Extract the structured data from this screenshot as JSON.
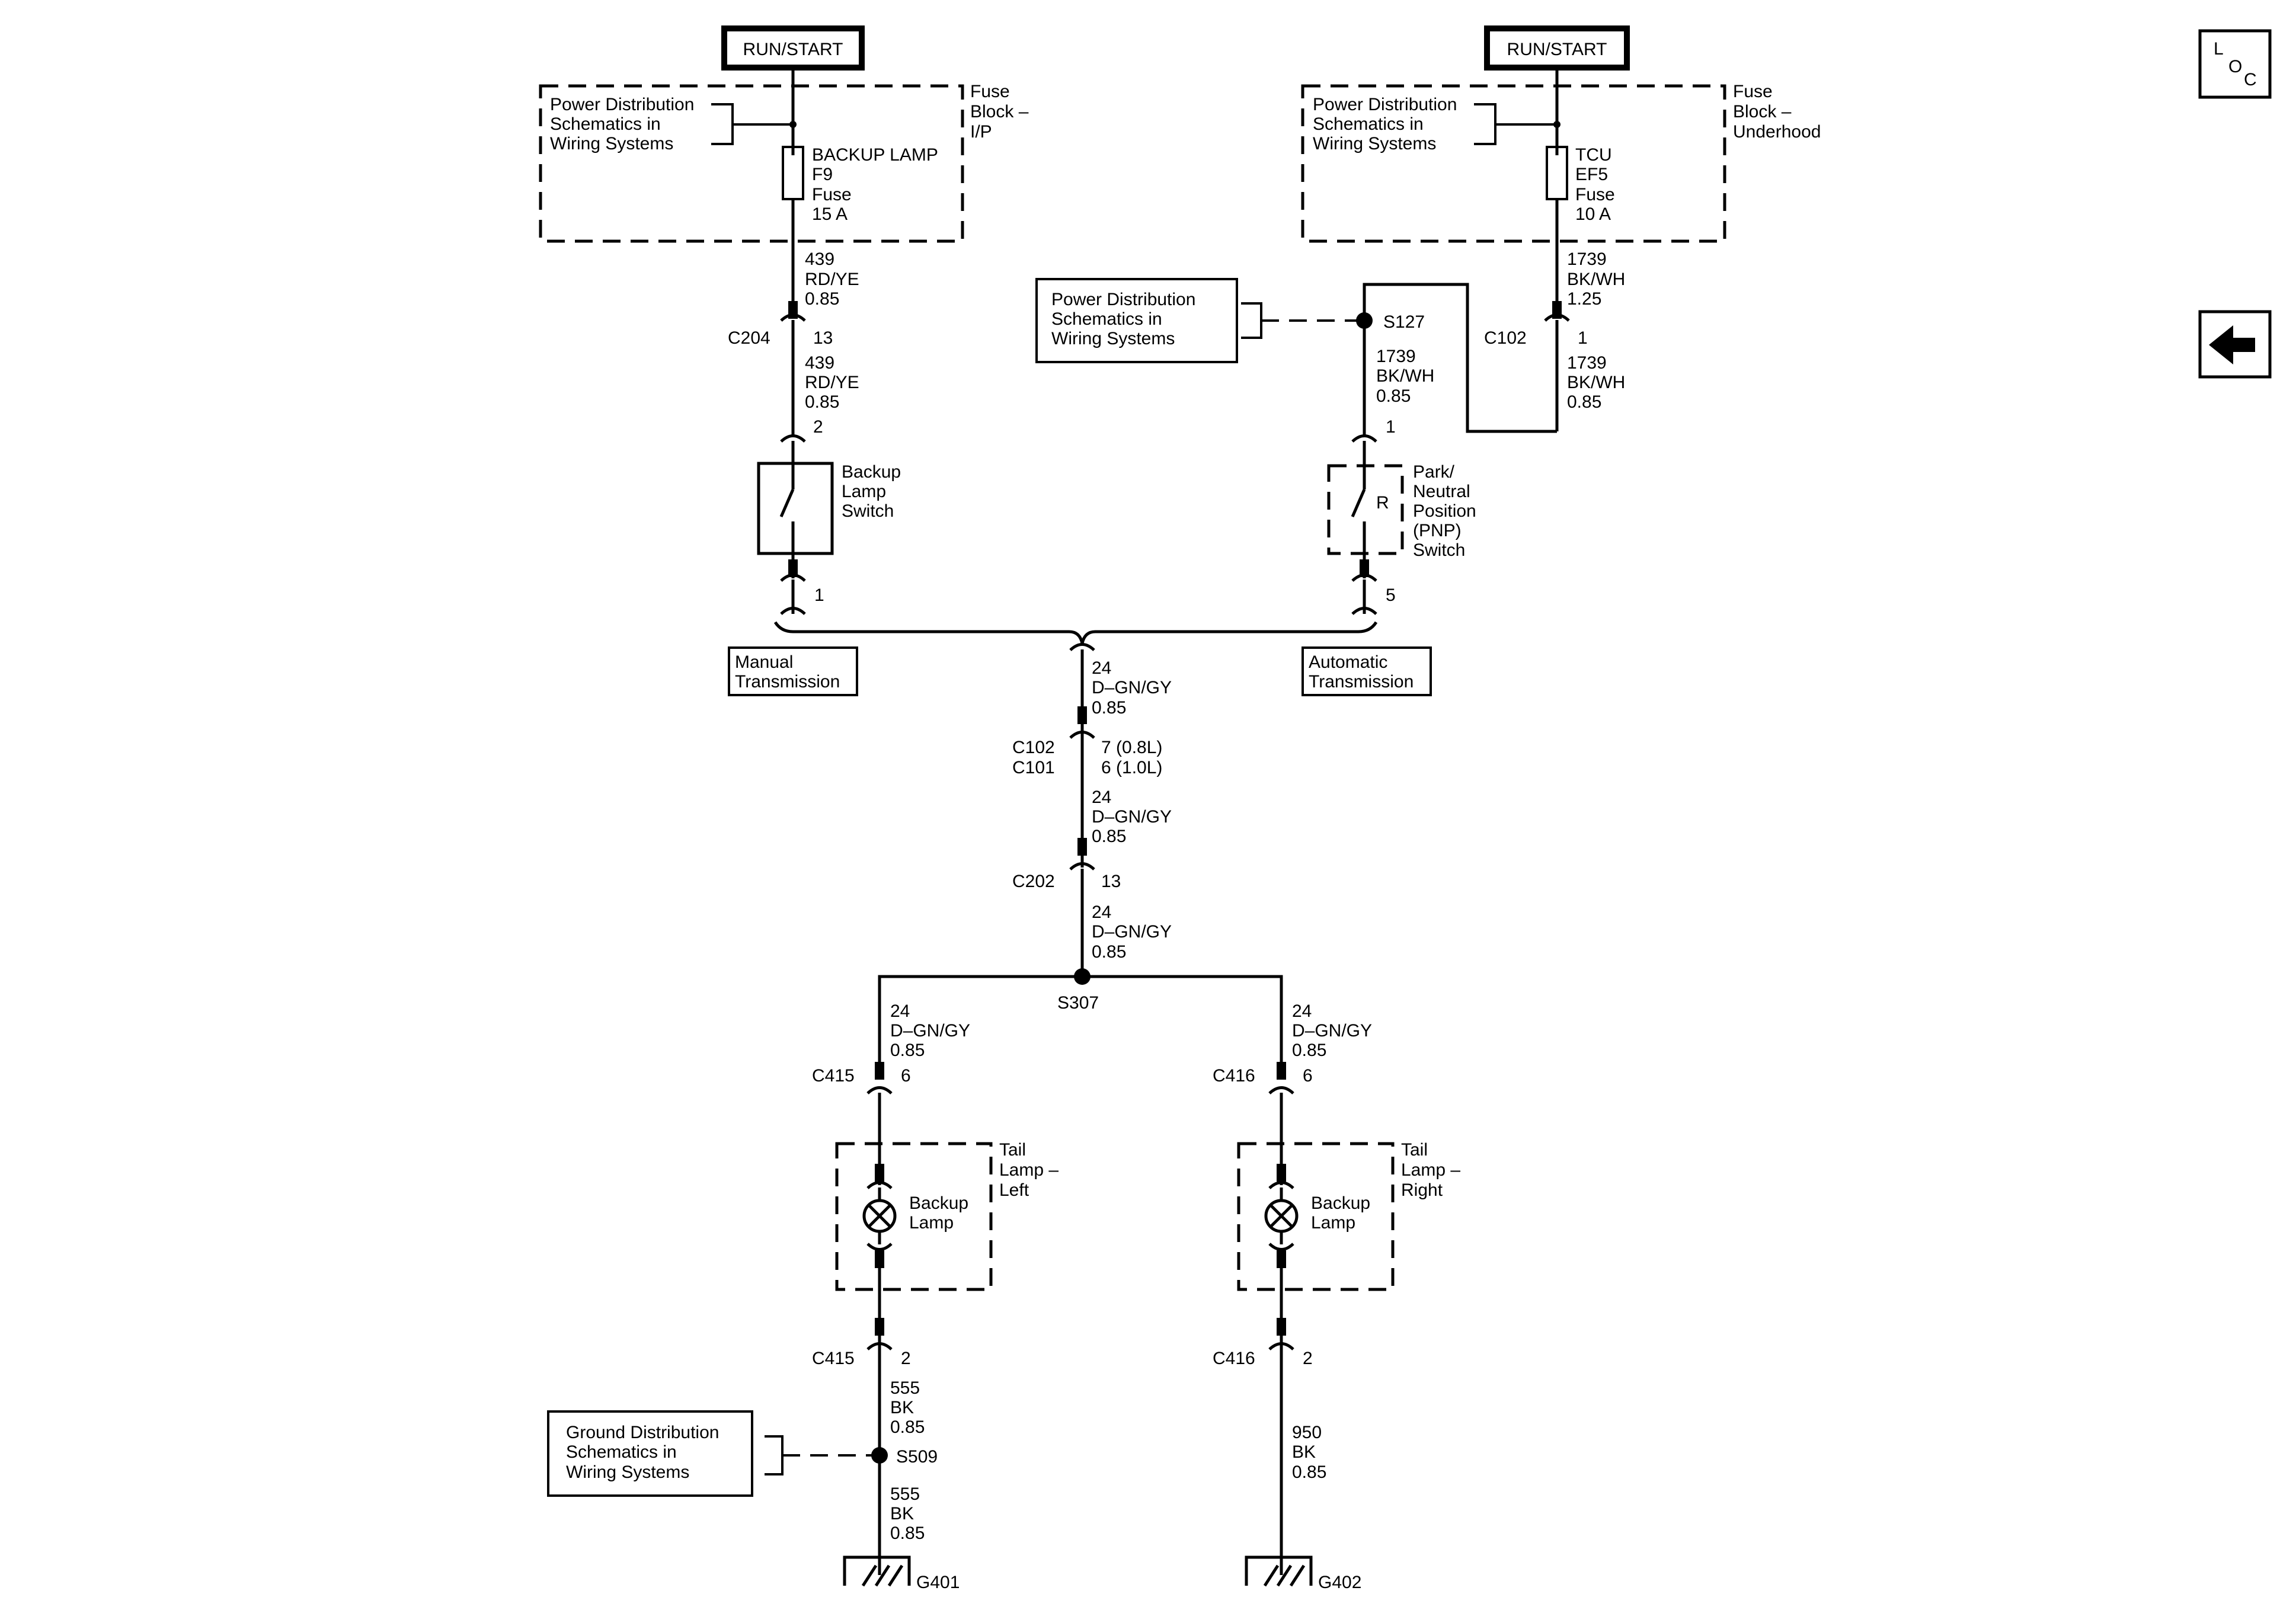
{
  "nav": {
    "loc_letters": [
      "L",
      "O",
      "C"
    ],
    "back_icon": "left-arrow-icon"
  },
  "power": {
    "run_start_left": "RUN/START",
    "run_start_right": "RUN/START"
  },
  "ref": {
    "power_dist_l1": "Power Distribution",
    "power_dist_l2": "Schematics in",
    "power_dist_l3": "Wiring Systems",
    "ground_dist_l1": "Ground Distribution",
    "ground_dist_l2": "Schematics in",
    "ground_dist_l3": "Wiring Systems"
  },
  "fuse_blocks": {
    "ip_l1": "Fuse",
    "ip_l2": "Block –",
    "ip_l3": "I/P",
    "uh_l1": "Fuse",
    "uh_l2": "Block –",
    "uh_l3": "Underhood"
  },
  "fuses": {
    "f9_l1": "BACKUP LAMP",
    "f9_l2": "F9",
    "f9_l3": "Fuse",
    "f9_l4": "15 A",
    "ef5_l1": "TCU",
    "ef5_l2": "EF5",
    "ef5_l3": "Fuse",
    "ef5_l4": "10 A"
  },
  "wires": {
    "w439_a": [
      "439",
      "RD/YE",
      "0.85"
    ],
    "w439_b": [
      "439",
      "RD/YE",
      "0.85"
    ],
    "w1739_a": [
      "1739",
      "BK/WH",
      "1.25"
    ],
    "w1739_b": [
      "1739",
      "BK/WH",
      "0.85"
    ],
    "w1739_c": [
      "1739",
      "BK/WH",
      "0.85"
    ],
    "w24_a": [
      "24",
      "D–GN/GY",
      "0.85"
    ],
    "w24_b": [
      "24",
      "D–GN/GY",
      "0.85"
    ],
    "w24_c": [
      "24",
      "D–GN/GY",
      "0.85"
    ],
    "w24_left": [
      "24",
      "D–GN/GY",
      "0.85"
    ],
    "w24_right": [
      "24",
      "D–GN/GY",
      "0.85"
    ],
    "w555_a": [
      "555",
      "BK",
      "0.85"
    ],
    "w555_b": [
      "555",
      "BK",
      "0.85"
    ],
    "w950": [
      "950",
      "BK",
      "0.85"
    ]
  },
  "connectors": {
    "c204": "C204",
    "c204_pin": "13",
    "bls_pin_top": "2",
    "bls_pin_bot": "1",
    "c102_top": "C102",
    "c102_top_pin": "1",
    "pnp_pin_top": "1",
    "pnp_pin_bot": "5",
    "c102_mid": "C102",
    "c101_mid": "C101",
    "c102_pin": "7 (0.8L)",
    "c101_pin": "6 (1.0L)",
    "c202": "C202",
    "c202_pin": "13",
    "c415_top": "C415",
    "c415_top_pin": "6",
    "c416_top": "C416",
    "c416_top_pin": "6",
    "c415_bot": "C415",
    "c415_bot_pin": "2",
    "c416_bot": "C416",
    "c416_bot_pin": "2"
  },
  "splices": {
    "s127": "S127",
    "s307": "S307",
    "s509": "S509"
  },
  "components": {
    "bls_l1": "Backup",
    "bls_l2": "Lamp",
    "bls_l3": "Switch",
    "pnp_l1": "Park/",
    "pnp_l2": "Neutral",
    "pnp_l3": "Position",
    "pnp_l4": "(PNP)",
    "pnp_l5": "Switch",
    "pnp_r": "R",
    "tl_left_l1": "Tail",
    "tl_left_l2": "Lamp –",
    "tl_left_l3": "Left",
    "tl_right_l1": "Tail",
    "tl_right_l2": "Lamp –",
    "tl_right_l3": "Right",
    "bulb_l1": "Backup",
    "bulb_l2": "Lamp",
    "bulb_r1": "Backup",
    "bulb_r2": "Lamp"
  },
  "options": {
    "manual_l1": "Manual",
    "manual_l2": "Transmission",
    "auto_l1": "Automatic",
    "auto_l2": "Transmission"
  },
  "grounds": {
    "g401": "G401",
    "g402": "G402"
  }
}
